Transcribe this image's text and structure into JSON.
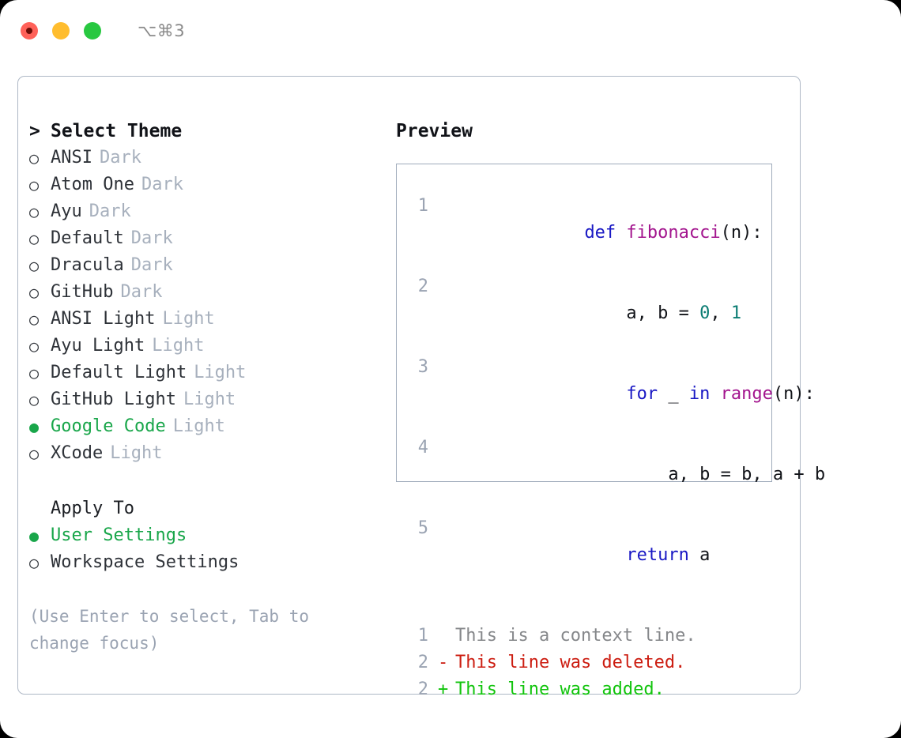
{
  "titlebar": {
    "shortcut": "⌥⌘3",
    "buttons": [
      "close",
      "minimize",
      "maximize"
    ],
    "colors": {
      "close": "#ff6159",
      "minimize": "#ffbd2e",
      "maximize": "#28c840"
    }
  },
  "theme_list": {
    "header": "Select Theme",
    "caret": ">",
    "marker_selected": "●",
    "marker_unselected": "○",
    "accent_color": "#19a64a",
    "items": [
      {
        "name": "ANSI",
        "category": "Dark",
        "selected": false
      },
      {
        "name": "Atom One",
        "category": "Dark",
        "selected": false
      },
      {
        "name": "Ayu",
        "category": "Dark",
        "selected": false
      },
      {
        "name": "Default",
        "category": "Dark",
        "selected": false
      },
      {
        "name": "Dracula",
        "category": "Dark",
        "selected": false
      },
      {
        "name": "GitHub",
        "category": "Dark",
        "selected": false
      },
      {
        "name": "ANSI Light",
        "category": "Light",
        "selected": false
      },
      {
        "name": "Ayu Light",
        "category": "Light",
        "selected": false
      },
      {
        "name": "Default Light",
        "category": "Light",
        "selected": false
      },
      {
        "name": "GitHub Light",
        "category": "Light",
        "selected": false
      },
      {
        "name": "Google Code",
        "category": "Light",
        "selected": true
      },
      {
        "name": "XCode",
        "category": "Light",
        "selected": false
      }
    ]
  },
  "apply_to": {
    "header": "Apply To",
    "items": [
      {
        "name": "User Settings",
        "selected": true
      },
      {
        "name": "Workspace Settings",
        "selected": false
      }
    ]
  },
  "hint": "(Use Enter to select, Tab to\nchange focus)",
  "preview": {
    "title": "Preview",
    "code_lines": [
      {
        "num": "1",
        "tokens": [
          {
            "t": "def ",
            "c": "kw"
          },
          {
            "t": "fibonacci",
            "c": "fn"
          },
          {
            "t": "(n):",
            "c": "txt"
          }
        ]
      },
      {
        "num": "2",
        "tokens": [
          {
            "t": "    a, b = ",
            "c": "txt"
          },
          {
            "t": "0",
            "c": "num"
          },
          {
            "t": ", ",
            "c": "txt"
          },
          {
            "t": "1",
            "c": "num"
          }
        ]
      },
      {
        "num": "3",
        "tokens": [
          {
            "t": "    ",
            "c": "txt"
          },
          {
            "t": "for",
            "c": "kw"
          },
          {
            "t": " _ ",
            "c": "txt"
          },
          {
            "t": "in",
            "c": "kw"
          },
          {
            "t": " ",
            "c": "txt"
          },
          {
            "t": "range",
            "c": "fn"
          },
          {
            "t": "(n):",
            "c": "txt"
          }
        ]
      },
      {
        "num": "4",
        "tokens": [
          {
            "t": "        a, b = b, a + b",
            "c": "txt"
          }
        ]
      },
      {
        "num": "5",
        "tokens": [
          {
            "t": "    ",
            "c": "txt"
          },
          {
            "t": "return",
            "c": "kw"
          },
          {
            "t": " a",
            "c": "txt"
          }
        ]
      }
    ],
    "diff_lines": [
      {
        "num": "1",
        "marker": " ",
        "text": "This is a context line.",
        "kind": "context"
      },
      {
        "num": "2",
        "marker": "-",
        "text": "This line was deleted.",
        "kind": "del"
      },
      {
        "num": "2",
        "marker": "+",
        "text": "This line was added.",
        "kind": "add"
      }
    ],
    "syntax_colors": {
      "keyword": "#1a19c4",
      "function": "#a3158e",
      "number": "#0a7c72",
      "text": "#111318",
      "line_number": "#9aa3b2",
      "diff_context": "#85878a",
      "diff_deleted": "#cc1d11",
      "diff_added": "#12c40d"
    }
  }
}
